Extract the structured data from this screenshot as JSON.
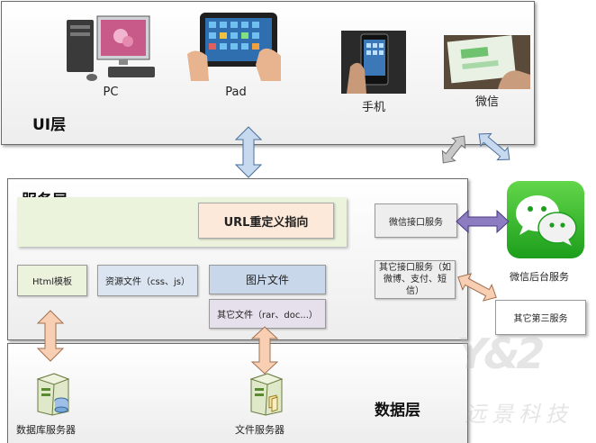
{
  "ui_layer": {
    "title": "UI层",
    "devices": [
      {
        "label": "PC",
        "icon": "desktop-computer-icon"
      },
      {
        "label": "Pad",
        "icon": "tablet-icon"
      },
      {
        "label": "手机",
        "icon": "mobile-phone-icon"
      },
      {
        "label": "微信",
        "icon": "wechat-phone-icon"
      }
    ]
  },
  "service_layer": {
    "title": "服务层",
    "url_redirect": "URL重定义指向",
    "html_template": "Html模板",
    "resource_files": "资源文件（css、js）",
    "image_files": "图片文件",
    "other_files": "其它文件（rar、doc...）",
    "wechat_api": "微信接口服务",
    "other_api": "其它接口服务（如微博、支付、短信）"
  },
  "data_layer": {
    "title": "数据层",
    "db_server": "数据库服务器",
    "file_server": "文件服务器"
  },
  "external": {
    "wechat_backend": "微信后台服务",
    "third_party": "其它第三服务"
  },
  "watermark": {
    "logo_text": "Y&2",
    "company_text": "远景科技"
  },
  "colors": {
    "arrow_blue": "#c6d9ef",
    "arrow_peach": "#f9cfb3",
    "arrow_gray": "#bfbfbf",
    "arrow_purple": "#8e7cc3",
    "url_box": "#fde9d9",
    "html_box": "#ebf3dd",
    "resource_box": "#dbe5f1",
    "image_box": "#c9d7ea",
    "other_box": "#e5e0ec",
    "wechat_green": "#2bb52b"
  }
}
